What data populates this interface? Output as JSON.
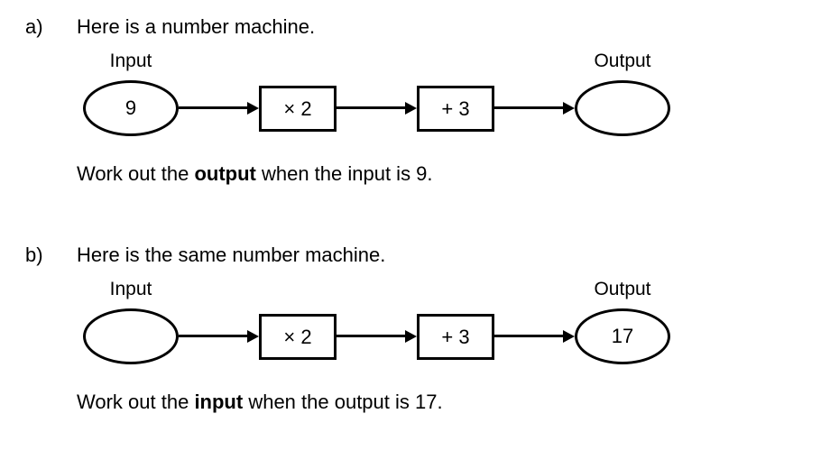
{
  "page": {
    "background": "#ffffff",
    "ink": "#000000",
    "kind": "number-machine worksheet"
  },
  "sections": [
    {
      "id": "a",
      "label": "a)",
      "heading": "Here is a number machine.",
      "machine": {
        "input_label": "Input",
        "output_label": "Output",
        "input_value": "9",
        "output_value": "",
        "steps": [
          "× 2",
          "+ 3"
        ]
      },
      "question": {
        "prefix": "Work out the ",
        "bold": "output",
        "suffix": " when the input is 9."
      }
    },
    {
      "id": "b",
      "label": "b)",
      "heading": "Here is the same number machine.",
      "machine": {
        "input_label": "Input",
        "output_label": "Output",
        "input_value": "",
        "output_value": "17",
        "steps": [
          "× 2",
          "+ 3"
        ]
      },
      "question": {
        "prefix": "Work out the ",
        "bold": "input",
        "suffix": " when the output is 17."
      }
    }
  ]
}
